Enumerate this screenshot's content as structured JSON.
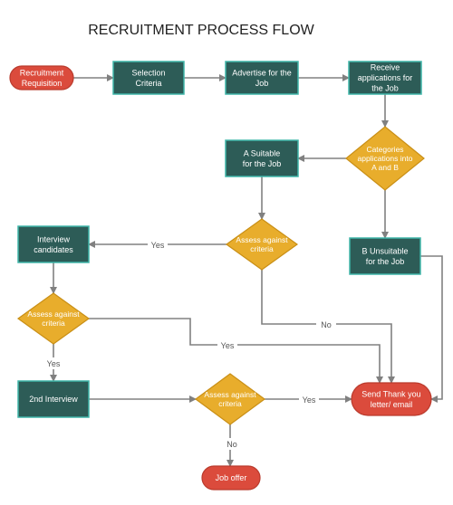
{
  "title": "RECRUITMENT PROCESS FLOW",
  "colors": {
    "process_fill": "#2d5c57",
    "process_stroke": "#3fb5a8",
    "decision_fill": "#e8ad2c",
    "decision_stroke": "#c98f16",
    "terminal_fill": "#db4b3c",
    "terminal_stroke": "#b93a2c",
    "connector": "#808080",
    "label_text": "#555555",
    "title_text": "#222222"
  },
  "nodes": {
    "recruitment_requisition": {
      "type": "terminal",
      "lines": [
        "Recruitment",
        "Requisition"
      ]
    },
    "selection_criteria": {
      "type": "process",
      "lines": [
        "Selection",
        "Criteria"
      ]
    },
    "advertise_job": {
      "type": "process",
      "lines": [
        "Advertise for the",
        "Job"
      ]
    },
    "receive_applications": {
      "type": "process",
      "lines": [
        "Receive",
        "applications for",
        "the Job"
      ]
    },
    "categorise": {
      "type": "decision",
      "lines": [
        "Categories",
        "applications into",
        "A and B"
      ]
    },
    "a_suitable": {
      "type": "process",
      "lines": [
        "A Suitable",
        "for the Job"
      ]
    },
    "b_unsuitable": {
      "type": "process",
      "lines": [
        "B Unsuitable",
        "for the Job"
      ]
    },
    "assess_1": {
      "type": "decision",
      "lines": [
        "Assess against",
        "criteria"
      ]
    },
    "interview_candidates": {
      "type": "process",
      "lines": [
        "Interview",
        "candidates"
      ]
    },
    "assess_2": {
      "type": "decision",
      "lines": [
        "Assess against",
        "criteria"
      ]
    },
    "second_interview": {
      "type": "process",
      "lines": [
        "2nd Interview"
      ]
    },
    "assess_3": {
      "type": "decision",
      "lines": [
        "Assess against",
        "criteria"
      ]
    },
    "thank_you": {
      "type": "terminal",
      "lines": [
        "Send Thank you",
        "letter/ email"
      ]
    },
    "job_offer": {
      "type": "terminal",
      "lines": [
        "Job offer"
      ]
    }
  },
  "edge_labels": {
    "yes_1": "Yes",
    "no_1": "No",
    "yes_2": "Yes",
    "yes_3": "Yes",
    "yes_4": "Yes",
    "no_2": "No"
  }
}
